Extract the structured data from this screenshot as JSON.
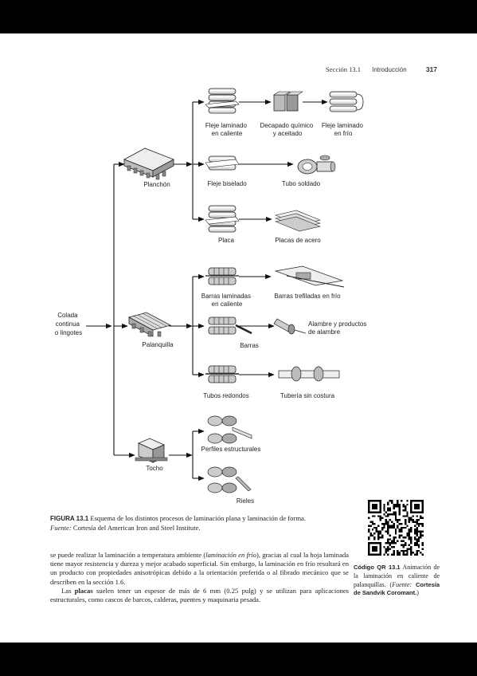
{
  "header": {
    "section": "Sección 13.1",
    "title": "Introducción",
    "page": "317"
  },
  "diagram": {
    "source": "Colada continua o lingotes",
    "source_lines": [
      "Colada",
      "continua",
      "o lingotes"
    ],
    "branch1": {
      "label": "Planchón",
      "steps": [
        {
          "a": [
            "Fleje laminado",
            "en caliente"
          ],
          "b": [
            "Decapado químico",
            "y aceitado"
          ],
          "c": [
            "Fleje laminado",
            "en frío"
          ]
        },
        {
          "a": [
            "Fleje biselado"
          ],
          "b": [
            "Tubo soldado"
          ]
        },
        {
          "a": [
            "Placa"
          ],
          "b": [
            "Placas de acero"
          ]
        }
      ]
    },
    "branch2": {
      "label": "Palanquilla",
      "steps": [
        {
          "a": [
            "Barras laminadas",
            "en caliente"
          ],
          "b": [
            "Barras trefiladas en frío"
          ]
        },
        {
          "a": [
            "Barras"
          ],
          "b": [
            "Alambre y productos",
            "de alambre"
          ]
        },
        {
          "a": [
            "Tubos redondos"
          ],
          "b": [
            "Tubería sin costura"
          ]
        }
      ]
    },
    "branch3": {
      "label": "Tocho",
      "steps": [
        {
          "a": [
            "Perfiles estructurales"
          ]
        },
        {
          "a": [
            "Rieles"
          ]
        }
      ]
    }
  },
  "caption": {
    "label": "FIGURA 13.1",
    "text": "Esquema de los distintos procesos de laminación plana y laminación de forma.",
    "source_label": "Fuente:",
    "source_text": "Cortesía del American Iron and Steel Institute."
  },
  "body": {
    "p1_a": "se puede realizar la laminación a temperatura ambiente (",
    "p1_em": "laminación en frío",
    "p1_b": "), gracias al cual la hoja laminada tiene mayor resistencia y dureza y mejor acabado superficial. Sin embargo, la laminación en frío resultará en un producto con propiedades anisotrópicas debido a la orientación preferida o al fibrado mecánico que se describen en la sección 1.6.",
    "p2_a": "Las ",
    "p2_strong": "placas",
    "p2_b": " suelen tener un espesor de más de 6 mm (0.25 pulg) y se utilizan para aplicaciones estructurales, como cascos de barcos, calderas, puentes y maquinaria pesada."
  },
  "qr_caption": {
    "label": "Código QR 13.1",
    "text": "Animación de la laminación en caliente de palanquillas.",
    "source_label": "Fuente:",
    "source_text": "Cortesía de Sandvik Coromant."
  }
}
